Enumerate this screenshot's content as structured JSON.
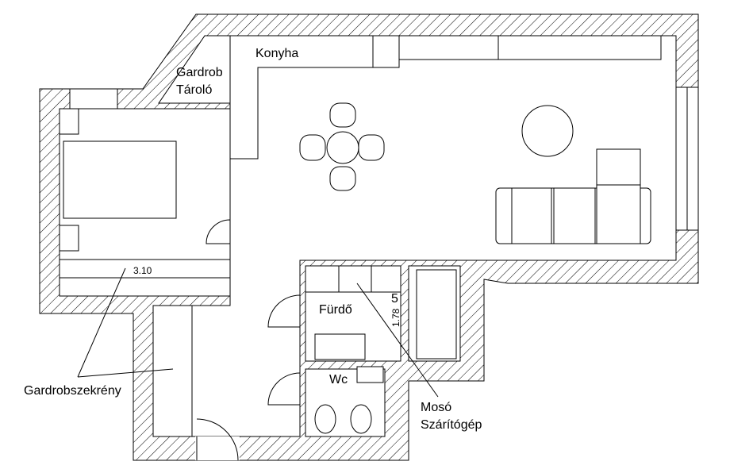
{
  "title": "Floor plan",
  "rooms": {
    "kitchen": "Konyha",
    "closet_line1": "Gardrob",
    "closet_line2": "Tároló",
    "bathroom": "Fürdő",
    "wc": "Wc"
  },
  "dimensions": {
    "bedroom_width": "3.10",
    "bathroom_length": "1.78",
    "bathroom_length_sup": "5"
  },
  "annotations": {
    "washer_line1": "Mosó",
    "washer_line2": "Szárítógép",
    "wardrobe": "Gardrobszekrény"
  },
  "colors": {
    "line": "#000000",
    "background": "#ffffff"
  }
}
